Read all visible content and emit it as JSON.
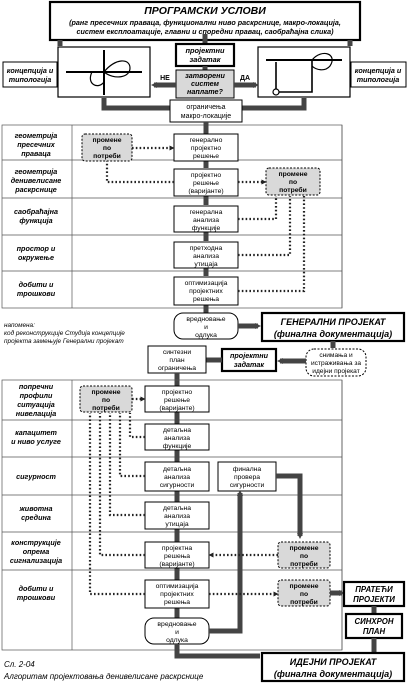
{
  "header": {
    "title": "ПРОГРАМСКИ УСЛОВИ",
    "subtitle_lines": [
      "(ранг пресечних праваца, функционални ниво раскрснице, макро-локација,",
      "систем експлоатације, главни и споредни правац, саобраћајна слика)"
    ]
  },
  "top": {
    "left_label": [
      "концепција и",
      "типологија"
    ],
    "right_label": [
      "концепција и",
      "типологија"
    ],
    "task": [
      "пројектни",
      "задатак"
    ],
    "closed_system": [
      "затворени",
      "систем",
      "наплате?"
    ],
    "no": "НЕ",
    "yes": "ДА",
    "macro": [
      "ограничења",
      "макро-локације"
    ]
  },
  "section1": {
    "rows": [
      {
        "label": [
          "геометрија",
          "пресечних",
          "праваца"
        ]
      },
      {
        "label": [
          "геометрија",
          "денивелисане",
          "раскрснице"
        ]
      },
      {
        "label": [
          "саобраћајна",
          "функција"
        ]
      },
      {
        "label": [
          "простор и",
          "окружење"
        ]
      },
      {
        "label": [
          "добити и",
          "трошкови"
        ]
      }
    ],
    "boxes": [
      [
        "генерално",
        "пројектно",
        "решење"
      ],
      [
        "пројектно",
        "решење",
        "(варијанте)"
      ],
      [
        "генерална",
        "анализа",
        "функције"
      ],
      [
        "претходна",
        "анализа",
        "утицаја"
      ],
      [
        "оптимизација",
        "пројектних",
        "решења"
      ]
    ],
    "change_left": [
      "промене",
      "по",
      "потреби"
    ],
    "change_right": [
      "промене",
      "по",
      "потреби"
    ],
    "evaluation": [
      "вредновање",
      "и",
      "одлука"
    ]
  },
  "general_project": [
    "ГЕНЕРАЛНИ ПРОЈЕКАТ",
    "(финална документација)"
  ],
  "note": [
    "напомена:",
    "код реконструкције Студија концепције",
    "пројекта замењује Генерални пројекат"
  ],
  "mid": {
    "synthesis": [
      "синтезни",
      "план",
      "ограничења"
    ],
    "task": [
      "пројектни",
      "задатак"
    ],
    "survey": [
      "снимања и",
      "истраживања за",
      "идејни пројекат"
    ]
  },
  "section2": {
    "rows": [
      {
        "label": [
          "попречни",
          "профили",
          "ситуација",
          "нивелација"
        ]
      },
      {
        "label": [
          "капацитет",
          "и ниво услуге"
        ]
      },
      {
        "label": [
          "сигурност"
        ]
      },
      {
        "label": [
          "животна",
          "средина"
        ]
      },
      {
        "label": [
          "конструкције",
          "опрема",
          "сигнализација"
        ]
      },
      {
        "label": [
          "добити и",
          "трошкови"
        ]
      }
    ],
    "boxes": [
      [
        "пројектно",
        "решење",
        "(варијанте)"
      ],
      [
        "детаљна",
        "анализа",
        "функције"
      ],
      [
        "детаљна",
        "анализа",
        "сигурности"
      ],
      [
        "детаљна",
        "анализа",
        "утицаја"
      ],
      [
        "пројектна",
        "решења",
        "(варијанте)"
      ],
      [
        "оптимизација",
        "пројектних",
        "решења"
      ]
    ],
    "final_safety": [
      "финална",
      "провера",
      "сигурности"
    ],
    "evaluation": [
      "вредновање",
      "и",
      "одлука"
    ],
    "change_a": [
      "промене",
      "по",
      "потреби"
    ],
    "change_b": [
      "промене",
      "по",
      "потреби"
    ],
    "change_c": [
      "промене",
      "по",
      "потреби"
    ],
    "accompanying": [
      "ПРАТЕЋИ",
      "ПРОЈЕКТИ"
    ],
    "synchron": [
      "СИНХРОН",
      "ПЛАН"
    ]
  },
  "conceptual_project": [
    "ИДЕЈНИ ПРОЈЕКАТ",
    "(финална документација)"
  ],
  "caption": [
    "Сл. 2-04",
    "Алгоритам пројектовања денивелисане раскрснице"
  ]
}
